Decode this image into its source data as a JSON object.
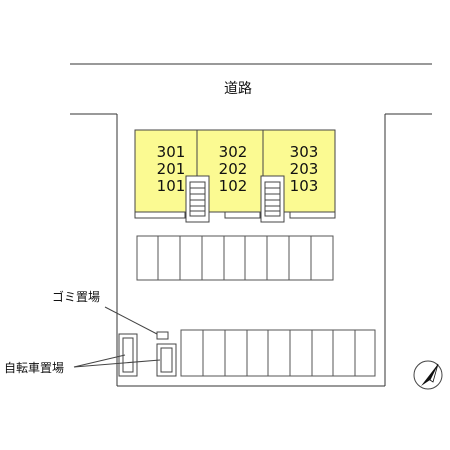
{
  "map": {
    "road_label": "道路",
    "buildings": [
      {
        "units": [
          "301",
          "201",
          "101"
        ]
      },
      {
        "units": [
          "302",
          "202",
          "102"
        ]
      },
      {
        "units": [
          "303",
          "203",
          "103"
        ]
      }
    ],
    "garbage_label": "ゴミ置場",
    "bicycle_label": "自転車置場",
    "parking_rows": [
      {
        "spaces": 9
      },
      {
        "spaces": 9
      }
    ],
    "colors": {
      "building_fill": "#fbfa92",
      "line": "#333333",
      "background": "#ffffff"
    },
    "compass_icon": "north-arrow-icon"
  }
}
